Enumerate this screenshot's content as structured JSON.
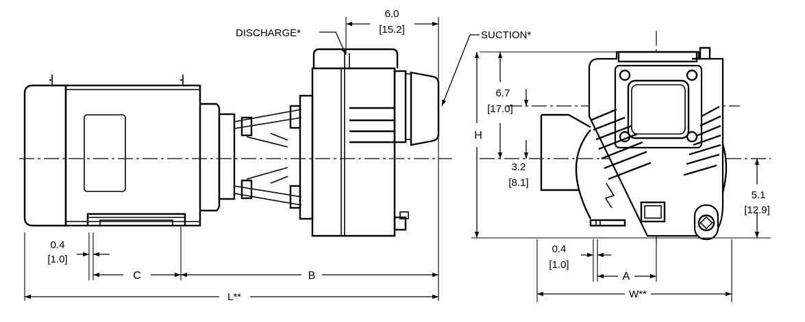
{
  "side_view": {
    "discharge_label": "DISCHARGE*",
    "top_dim_in": "6.0",
    "top_dim_mm": "[15.2]",
    "gap_dim_in": "0.4",
    "gap_dim_mm": "[1.0]",
    "c_label": "C",
    "b_label": "B",
    "l_label": "L**"
  },
  "front_view": {
    "suction_label": "SUCTION*",
    "h_label": "H",
    "dim_67_in": "6.7",
    "dim_67_mm": "[17.0]",
    "dim_32_in": "3.2",
    "dim_32_mm": "[8.1]",
    "dim_51_in": "5.1",
    "dim_51_mm": "[12.9]",
    "gap_dim_in": "0.4",
    "gap_dim_mm": "[1.0]",
    "a_label": "A",
    "w_label": "W**"
  },
  "icons": [
    "arrowhead-icon"
  ]
}
